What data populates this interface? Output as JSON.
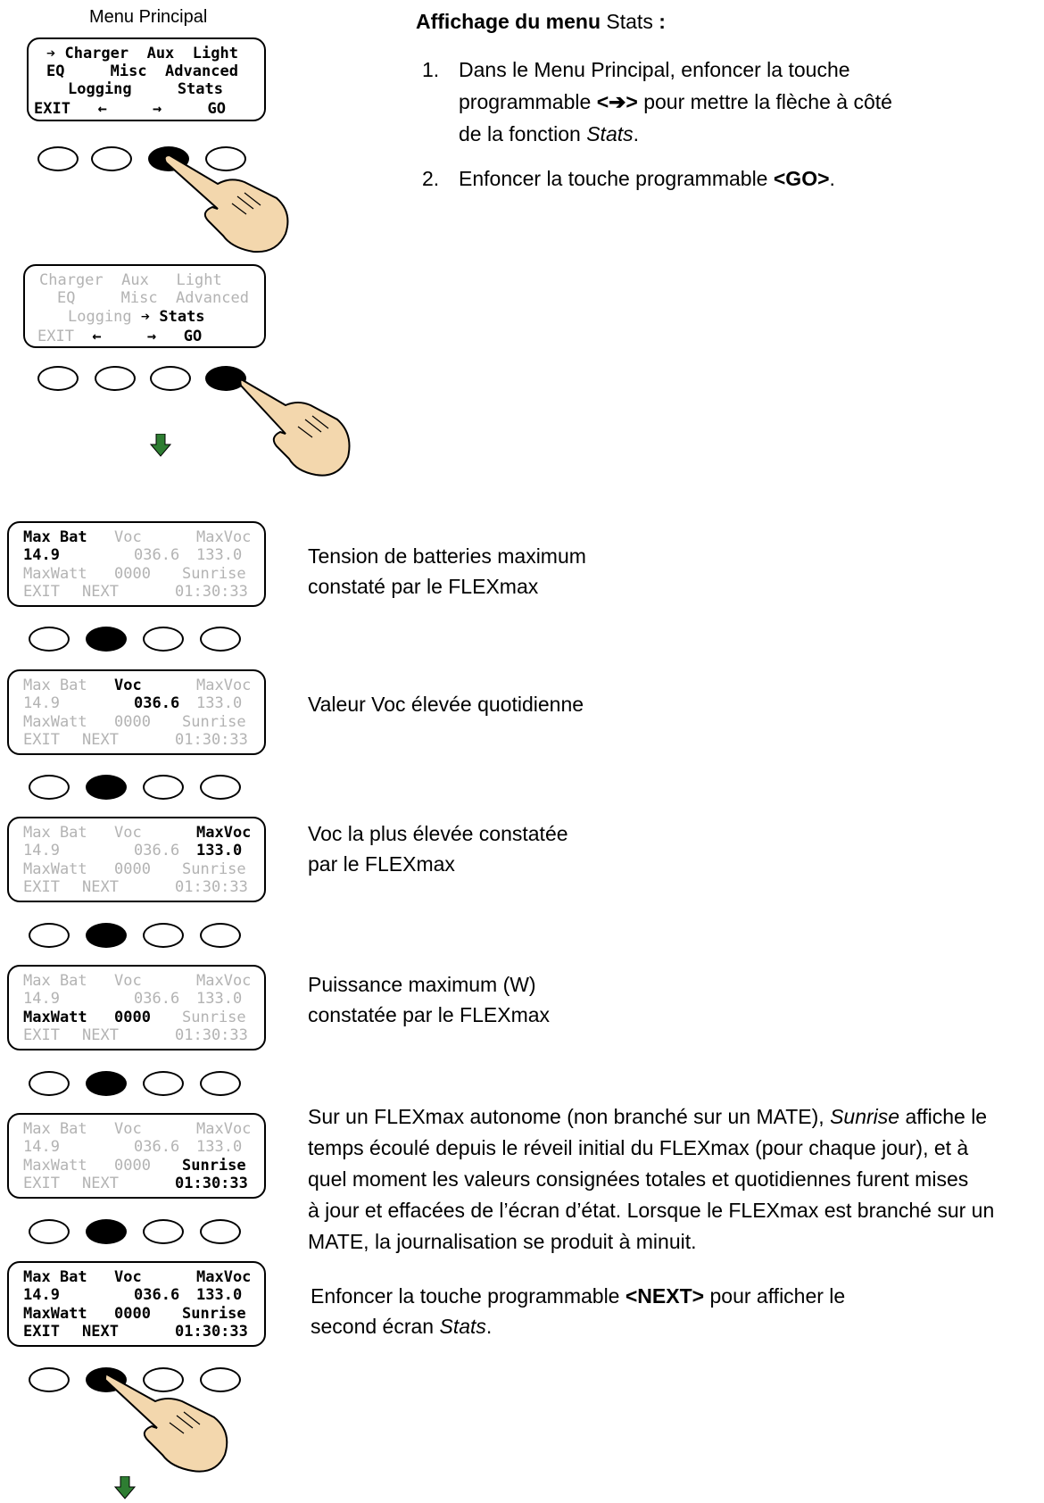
{
  "menu_caption": "Menu Principal",
  "screen1": {
    "lines": [
      "➔ Charger  Aux  Light",
      "EQ     Misc  Advanced",
      "Logging     Stats",
      "EXIT   ←     →     GO"
    ]
  },
  "screen2": {
    "line1": "Charger  Aux   Light",
    "line2": "EQ     Misc  Advanced",
    "line3_dim": "Logging ",
    "line3_on": "➔ Stats",
    "line4_exit": "EXIT",
    "line4_arrows": "  ←     →   ",
    "line4_go": "GO"
  },
  "stats": {
    "maxbat_label": "Max Bat",
    "voc_label": "Voc",
    "maxvoc_label": "MaxVoc",
    "maxbat_val": "14.9",
    "voc_val": "036.6",
    "maxvoc_val": "133.0",
    "maxwatt_label": "MaxWatt",
    "maxwatt_val": "0000",
    "sunrise_label": "Sunrise",
    "exit": "EXIT",
    "next": "NEXT",
    "time": "01:30:33"
  },
  "right": {
    "heading_bold": "Affichage du menu",
    "heading_normal": " Stats ",
    "heading_colon": ":",
    "step1_num": "1.",
    "step1_a": "Dans le Menu Principal, enfoncer la touche",
    "step1_b_pre": "programmable ",
    "step1_b_key": "<➔>",
    "step1_b_post": " pour mettre la flèche à côté",
    "step1_c_pre": "de la fonction ",
    "step1_c_it": "Stats",
    "step1_c_post": ".",
    "step2_num": "2.",
    "step2_pre": "Enfoncer la touche programmable ",
    "step2_key": "<GO>",
    "step2_post": "."
  },
  "captions": {
    "c1a": "Tension de batteries maximum",
    "c1b": "constaté par le FLEXmax",
    "c2": "Valeur Voc élevée quotidienne",
    "c3a": "Voc la plus élevée constatée",
    "c3b": "par le FLEXmax",
    "c4a": "Puissance maximum (W)",
    "c4b": "constatée par le FLEXmax",
    "c5_l1_pre": "Sur un FLEXmax autonome (non branché sur un MATE), ",
    "c5_l1_it": "Sunrise",
    "c5_l1_post": " affiche le",
    "c5_l2": "temps écoulé depuis le réveil initial du FLEXmax (pour chaque jour), et à",
    "c5_l3": "quel moment les valeurs consignées totales et quotidiennes furent mises",
    "c5_l4": "à jour et effacées de l’écran d’état. Lorsque le FLEXmax est branché sur un",
    "c5_l5": "MATE, la journalisation se produit à minuit.",
    "c6_pre": "Enfoncer la touche programmable ",
    "c6_key": "<NEXT>",
    "c6_post": " pour afficher le",
    "c6b_pre": "second écran ",
    "c6b_it": "Stats",
    "c6b_post": "."
  },
  "colors": {
    "arrow_green": "#2e7d32",
    "hand_fill": "#f3d7ad"
  }
}
